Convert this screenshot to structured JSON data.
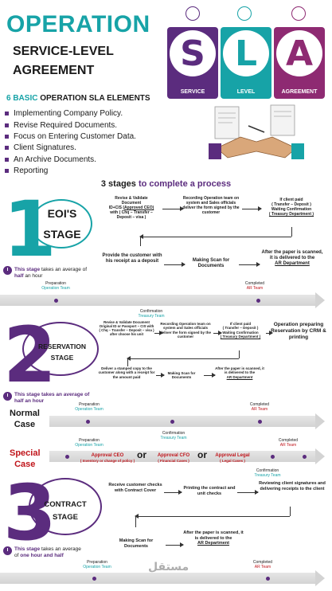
{
  "header": {
    "title": "OPERATION",
    "subtitle_line1": "SERVICE-LEVEL",
    "subtitle_line2": "AGREEMENT"
  },
  "sla_cards": [
    {
      "letter": "S",
      "label": "SERVICE",
      "color": "#5b2c7e"
    },
    {
      "letter": "L",
      "label": "LEVEL",
      "color": "#17a3a7"
    },
    {
      "letter": "A",
      "label": "AGREEMENT",
      "color": "#8e2a72"
    }
  ],
  "elements": {
    "heading_prefix": "6 BASIC",
    "heading_rest": "OPERATION SLA ELEMENTS",
    "items": [
      "Implementing Company Policy.",
      "Revise Required Documents.",
      "Focus on Entering Customer Data.",
      "Client Signatures.",
      "An Archive Documents.",
      "Reporting"
    ]
  },
  "stages_heading": {
    "part1": "3 stages",
    "part2": "to complete a process"
  },
  "stage1": {
    "number": "1",
    "title_line1": "EOI'S",
    "title_line2": "STAGE",
    "step1_line1": "Revise & Validate",
    "step1_line2": "Document",
    "step1_line3a": "ID+CIS (",
    "step1_line3b": "Approved CEO)",
    "step1_line4": "with ( Chq – Transfer –",
    "step1_line5": "Deposit – visa )",
    "step2": "Recording Operation team on system and Sales officials deliver the form signed by the customer",
    "step3_line1": "If client paid",
    "step3_line2": "( Transfer – Deposit )",
    "step3_line3": "Waiting Confirmation",
    "step3_line4": "( Treasury Department )",
    "step4": "Provide the customer with his receipt as a deposit",
    "step5": "Making Scan for Documents",
    "step6_line1": "After the paper is scanned, it is delivered to the",
    "step6_line2": "AR Department",
    "time_line1a": "This stage",
    "time_line1b": "takes an average of",
    "time_line2a": "half",
    "time_line2b": "an hour",
    "timeline": {
      "prep_label": "Preparation",
      "prep_team": "Operation Team",
      "conf_label": "Confirmation",
      "conf_team": "Treasury Team",
      "done_label": "Completed",
      "done_team": "AR Team"
    }
  },
  "stage2": {
    "number": "2",
    "title_line1": "RESERVATION",
    "title_line2": "STAGE",
    "step1": "Revise & Validate Document Original ID or Passport – CIS with ( Chq – Transfer – Deposit – visa ) after choose his unit",
    "step2": "Recording Operation team on system and Sales officials deliver the form signed by the customer",
    "step3_line1": "If client paid",
    "step3_line2": "( Transfer – Deposit )",
    "step3_line3": "Waiting Confirmation",
    "step3_line4": "( Treasury Department )",
    "step4": "Operation preparing Reservation by CRM & printing",
    "step5": "Deliver a stamped copy to the customer along with a receipt for the amount paid",
    "step6": "Making Scan for Documents",
    "step7_line1": "After the paper is scanned, it is delivered to the",
    "step7_line2": "AR Department",
    "time_line1": "This stage takes an average of",
    "time_line2": "half an hour",
    "normal_case_line1": "Normal",
    "normal_case_line2": "Case",
    "special_case_line1": "Special",
    "special_case_line2": "Case",
    "normal_timeline": {
      "prep_label": "Preparation",
      "prep_team": "Operation Team",
      "done_label": "Completed",
      "done_team": "AR Team",
      "conf_label": "Confirmation",
      "conf_team": "Treasury Team"
    },
    "special_timeline": {
      "prep_label": "Preparation",
      "prep_team": "Operation Team",
      "done_label": "Completed",
      "done_team": "AR Team",
      "conf_label": "Confirmation",
      "conf_team": "Treasury Team",
      "or": "or",
      "approvals": [
        {
          "title": "Approval CEO",
          "note": "( Inventory or change of policy )"
        },
        {
          "title": "Approval CFO",
          "note": "( Financial Cases )"
        },
        {
          "title": "Approval Legal",
          "note": "( Legal Cases )"
        }
      ]
    }
  },
  "stage3": {
    "number": "3",
    "title_line1": "CONTRACT",
    "title_line2": "STAGE",
    "step1": "Receive customer checks with Contract Cover",
    "step2": "Printing the contract and unit checks",
    "step3": "Reviewing client signatures and delivering receipts to the client",
    "step4": "Making Scan for Documents",
    "step5_line1": "After the paper is scanned, it is delivered to the",
    "step5_line2": "AR Department",
    "time_line1a": "This stage",
    "time_line1b": "takes an average",
    "time_line2a": "of",
    "time_line2b": "one hour and half",
    "timeline": {
      "prep_label": "Preparation",
      "prep_team": "Operation Team",
      "done_label": "Completed",
      "done_team": "AR Team"
    }
  },
  "watermark": "مستقل"
}
